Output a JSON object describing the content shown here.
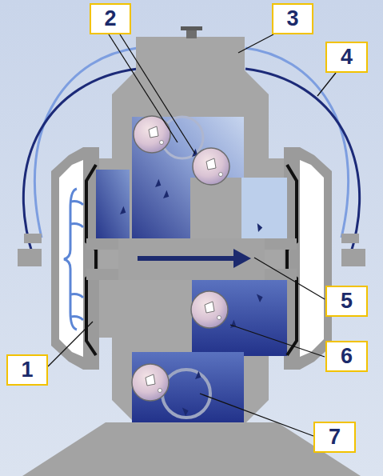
{
  "diagram": {
    "labels": [
      "2",
      "3",
      "4",
      "5",
      "6",
      "1",
      "7"
    ]
  }
}
